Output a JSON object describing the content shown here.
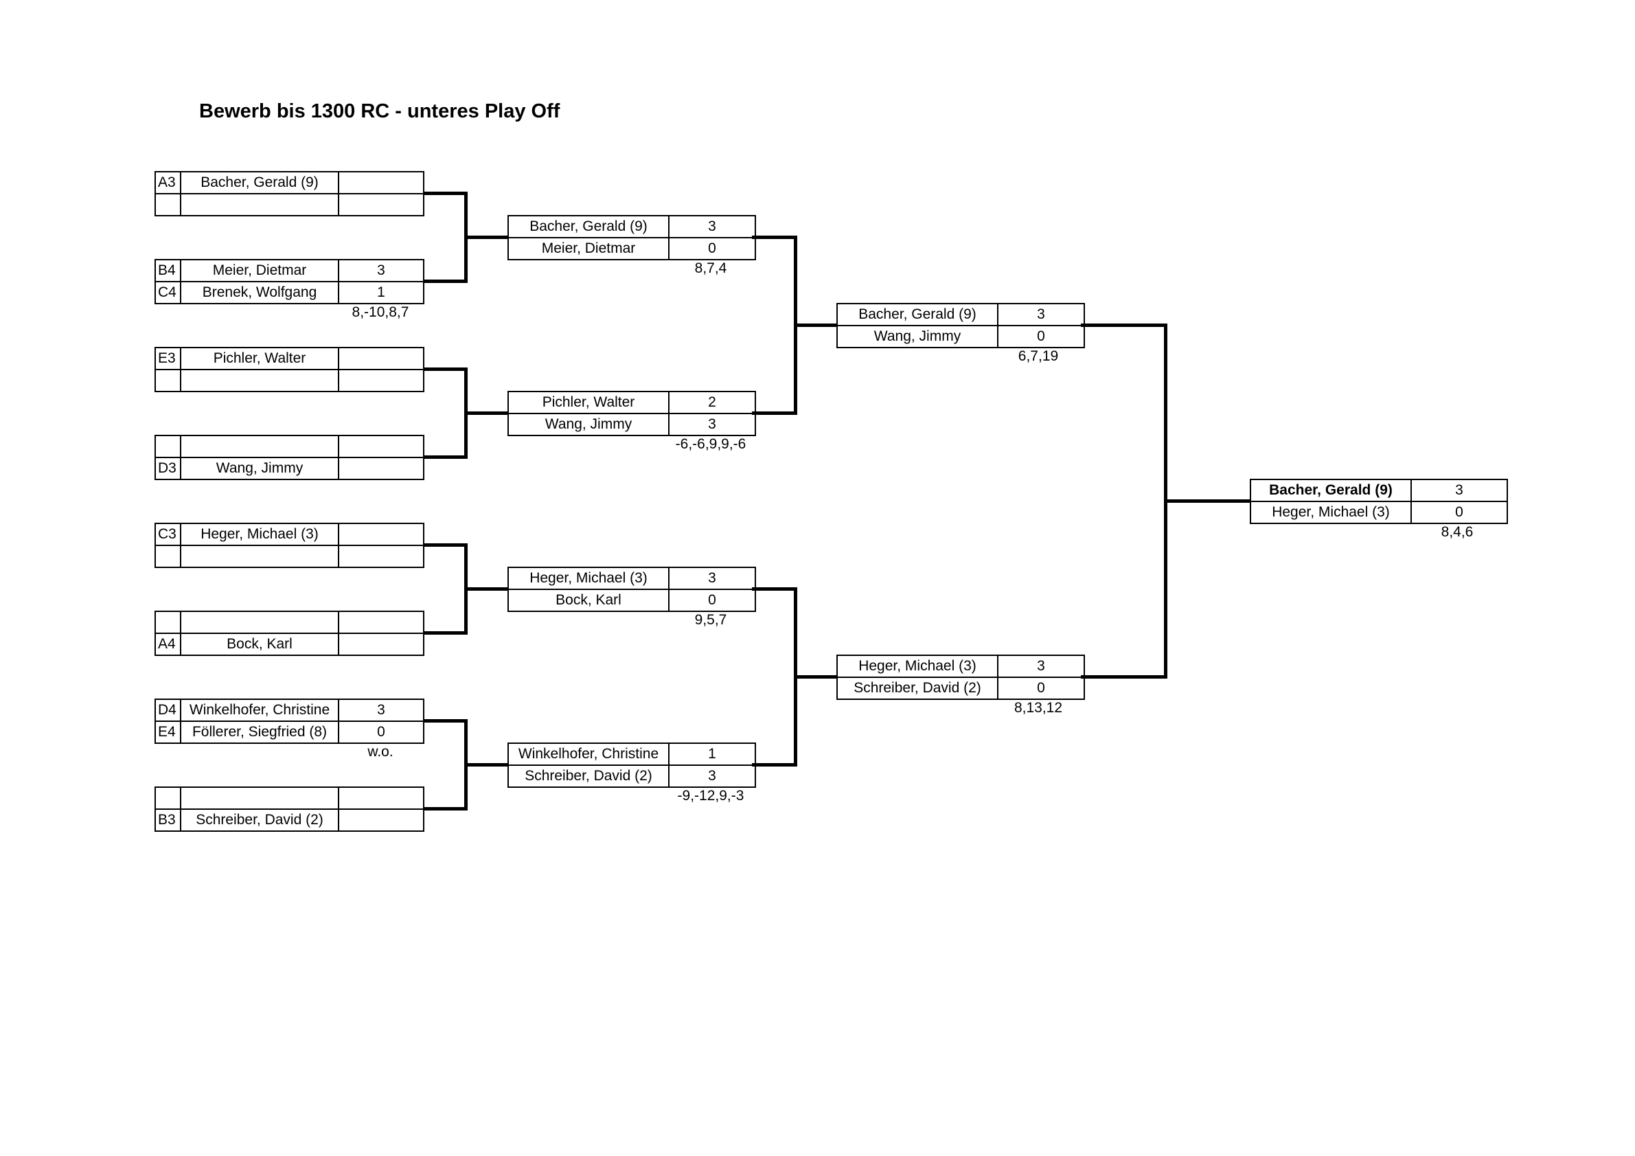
{
  "title": "Bewerb bis 1300 RC - unteres Play Off",
  "round1": [
    {
      "rows": [
        {
          "seed": "A3",
          "name": "Bacher, Gerald (9)",
          "score": ""
        },
        {
          "seed": "",
          "name": "",
          "score": ""
        }
      ],
      "result": ""
    },
    {
      "rows": [
        {
          "seed": "B4",
          "name": "Meier, Dietmar",
          "score": "3"
        },
        {
          "seed": "C4",
          "name": "Brenek, Wolfgang",
          "score": "1"
        }
      ],
      "result": "8,-10,8,7"
    },
    {
      "rows": [
        {
          "seed": "E3",
          "name": "Pichler, Walter",
          "score": ""
        },
        {
          "seed": "",
          "name": "",
          "score": ""
        }
      ],
      "result": ""
    },
    {
      "rows": [
        {
          "seed": "",
          "name": "",
          "score": ""
        },
        {
          "seed": "D3",
          "name": "Wang, Jimmy",
          "score": ""
        }
      ],
      "result": ""
    },
    {
      "rows": [
        {
          "seed": "C3",
          "name": "Heger, Michael (3)",
          "score": ""
        },
        {
          "seed": "",
          "name": "",
          "score": ""
        }
      ],
      "result": ""
    },
    {
      "rows": [
        {
          "seed": "",
          "name": "",
          "score": ""
        },
        {
          "seed": "A4",
          "name": "Bock, Karl",
          "score": ""
        }
      ],
      "result": ""
    },
    {
      "rows": [
        {
          "seed": "D4",
          "name": "Winkelhofer, Christine",
          "score": "3"
        },
        {
          "seed": "E4",
          "name": "Föllerer, Siegfried (8)",
          "score": "0"
        }
      ],
      "result": "w.o."
    },
    {
      "rows": [
        {
          "seed": "",
          "name": "",
          "score": ""
        },
        {
          "seed": "B3",
          "name": "Schreiber, David (2)",
          "score": ""
        }
      ],
      "result": ""
    }
  ],
  "round2": [
    {
      "rows": [
        {
          "name": "Bacher, Gerald (9)",
          "score": "3"
        },
        {
          "name": "Meier, Dietmar",
          "score": "0"
        }
      ],
      "result": "8,7,4"
    },
    {
      "rows": [
        {
          "name": "Pichler, Walter",
          "score": "2"
        },
        {
          "name": "Wang, Jimmy",
          "score": "3"
        }
      ],
      "result": "-6,-6,9,9,-6"
    },
    {
      "rows": [
        {
          "name": "Heger, Michael (3)",
          "score": "3"
        },
        {
          "name": "Bock, Karl",
          "score": "0"
        }
      ],
      "result": "9,5,7"
    },
    {
      "rows": [
        {
          "name": "Winkelhofer, Christine",
          "score": "1"
        },
        {
          "name": "Schreiber, David (2)",
          "score": "3"
        }
      ],
      "result": "-9,-12,9,-3"
    }
  ],
  "round3": [
    {
      "rows": [
        {
          "name": "Bacher, Gerald (9)",
          "score": "3"
        },
        {
          "name": "Wang, Jimmy",
          "score": "0"
        }
      ],
      "result": "6,7,19"
    },
    {
      "rows": [
        {
          "name": "Heger, Michael (3)",
          "score": "3"
        },
        {
          "name": "Schreiber, David (2)",
          "score": "0"
        }
      ],
      "result": "8,13,12"
    }
  ],
  "final": {
    "rows": [
      {
        "name": "Bacher, Gerald (9)",
        "score": "3",
        "winner": true
      },
      {
        "name": "Heger, Michael (3)",
        "score": "0"
      }
    ],
    "result": "8,4,6"
  }
}
